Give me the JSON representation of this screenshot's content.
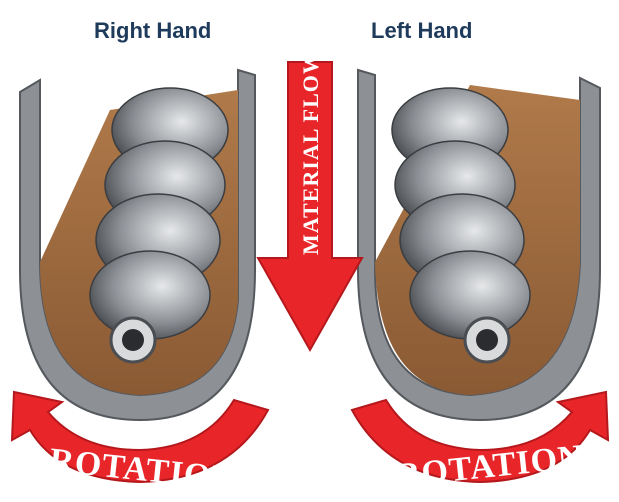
{
  "labels": {
    "right_hand": "Right Hand",
    "left_hand": "Left Hand",
    "material_flow": "MATERIAL FLOW",
    "rotation_left": "ROTATION",
    "rotation_right": "ROTATION"
  },
  "colors": {
    "arrow_red": "#e8262a",
    "title_blue": "#1f3b5c",
    "trough_steel": "#8d9196",
    "material_brown": "#a9744a",
    "screw_steel": "#6d7175"
  }
}
